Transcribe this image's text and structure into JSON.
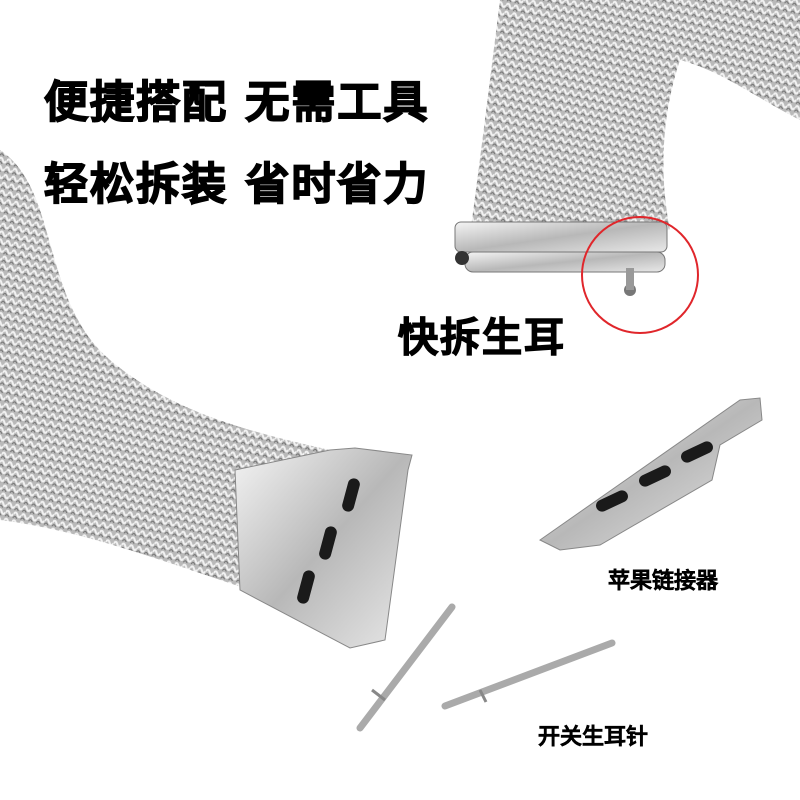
{
  "headline": {
    "line1": "便捷搭配 无需工具",
    "line2": "轻松拆装 省时省力"
  },
  "callouts": {
    "quick_release": "快拆生耳",
    "apple_connector": "苹果链接器",
    "spring_bar": "开关生耳针"
  },
  "colors": {
    "highlight_circle": "#e0262b",
    "metal": "#c8c8c8"
  }
}
